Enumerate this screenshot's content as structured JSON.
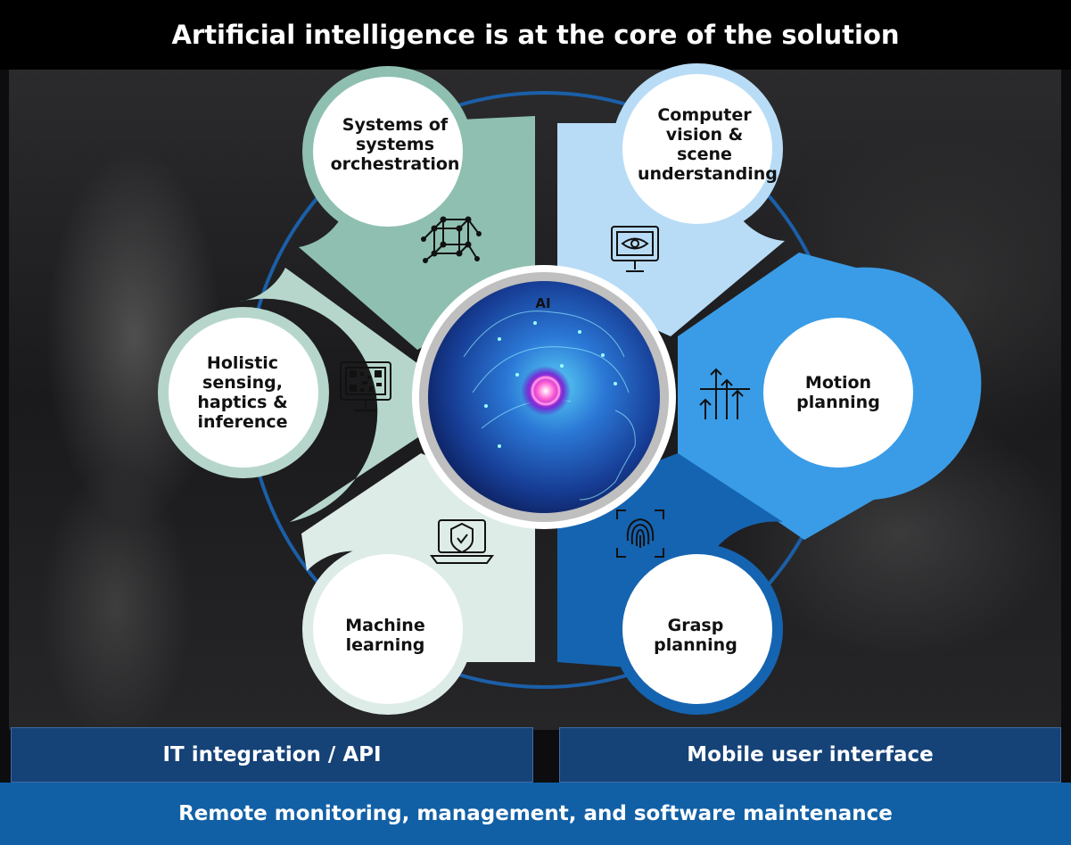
{
  "title": "Artificial intelligence is at the core of the solution",
  "center": {
    "label": "AI"
  },
  "segments": [
    {
      "label": "Systems of systems orchestration",
      "icon": "network-cube-icon",
      "color": "#8fbfb0"
    },
    {
      "label": "Computer vision & scene understanding",
      "icon": "monitor-eye-icon",
      "color": "#b9dcf6"
    },
    {
      "label": "Holistic sensing, haptics & inference",
      "icon": "monitor-qr-icon",
      "color": "#b6d6cc"
    },
    {
      "label": "Motion planning",
      "icon": "motion-arrows-icon",
      "color": "#3a9ce6"
    },
    {
      "label": "Machine learning",
      "icon": "laptop-shield-icon",
      "color": "#deece8"
    },
    {
      "label": "Grasp planning",
      "icon": "fingerprint-scan-icon",
      "color": "#1564b1"
    }
  ],
  "bands": {
    "it_integration": "IT integration / API",
    "mobile_ui": "Mobile user interface",
    "remote": "Remote monitoring, management, and software maintenance"
  },
  "colors": {
    "ring": "#1b5fa8",
    "title_bg": "#000000",
    "band_dark": "#154277",
    "band_remote": "#1160a6"
  }
}
